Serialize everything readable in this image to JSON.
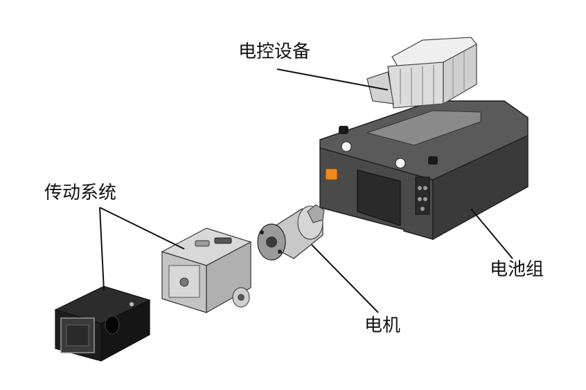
{
  "labels": {
    "controls": "电控设备",
    "drive": "传动系统",
    "battery": "电池组",
    "motor": "电机"
  },
  "colors": {
    "battery": "#4a4a4a",
    "battery_top": "#595959",
    "battery_dark": "#2e2e2e",
    "controls": "#e6e6e6",
    "housing": "#bdbdbd",
    "motor": "#c8c8c8",
    "drive": "#1f1f1f",
    "accent": "#f08a1c",
    "leader": "#111111"
  },
  "icons": {
    "battery": "battery-pack-icon",
    "controls": "control-unit-icon",
    "motor": "electric-motor-icon",
    "drive": "gearbox-icon"
  }
}
